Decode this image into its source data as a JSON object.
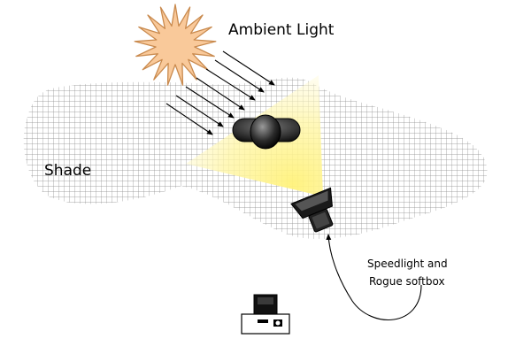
{
  "labels": {
    "ambient_light": "Ambient Light",
    "shade": "Shade",
    "callout_line1": "Speedlight and",
    "callout_line2": "Rogue softbox"
  },
  "icons": {
    "sun": "sun-icon",
    "subject": "subject-head-icon",
    "flash": "speedlight-softbox-icon",
    "camera": "camera-icon"
  },
  "colors": {
    "sun_fill": "#f9c99a",
    "sun_stroke": "#c98a4e",
    "grid_line": "#8a8a8a",
    "light_beam": "#fff6a8",
    "ink": "#000000"
  }
}
